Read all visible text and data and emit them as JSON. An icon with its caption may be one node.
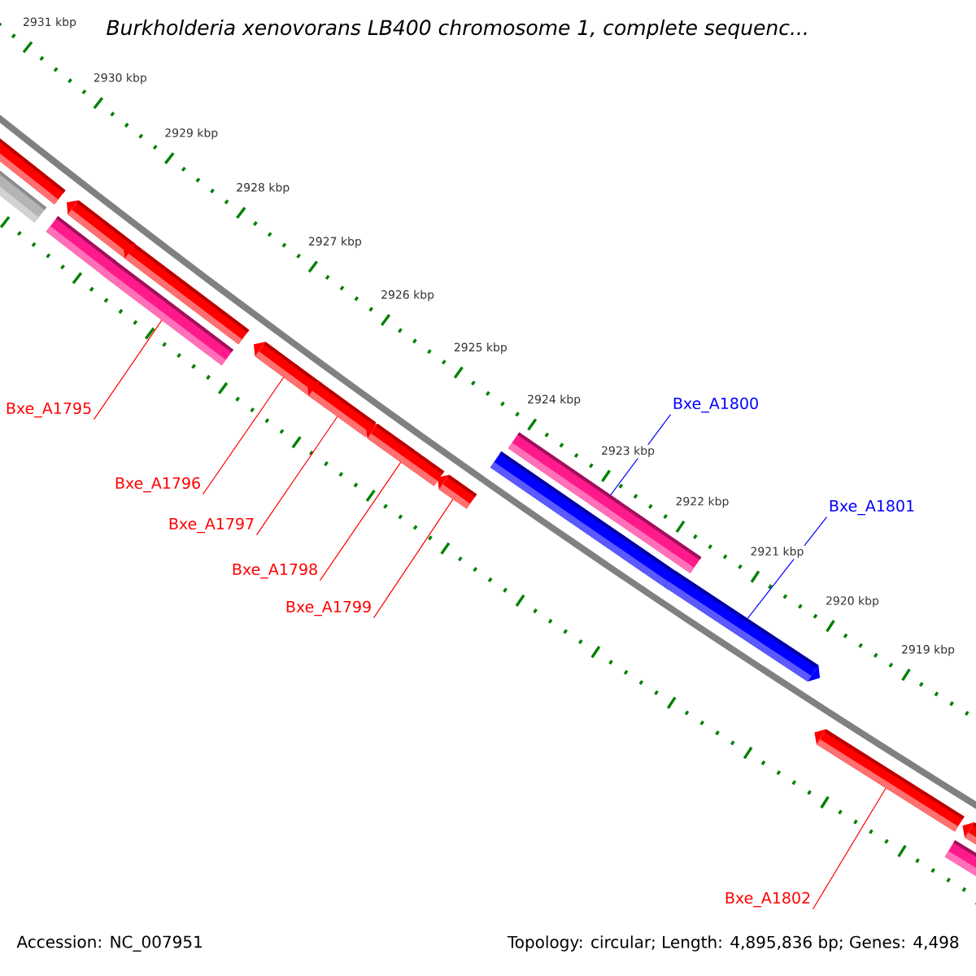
{
  "diagram": {
    "title": "Burkholderia xenovorans LB400 chromosome 1, complete sequenc...",
    "nodes": [
      {
        "text": [],
        "shape": "bar"
      },
      {
        "text": [],
        "shape": "bar"
      },
      {
        "text": [],
        "shape": "bar"
      },
      {
        "text": [],
        "shape": "bar"
      },
      {
        "text": [],
        "shape": "bar"
      },
      {
        "text": [],
        "shape": "bar"
      },
      {
        "text": [],
        "shape": "bar"
      },
      {
        "text": [],
        "shape": "bar"
      },
      {
        "text": [],
        "shape": "bar"
      },
      {
        "text": [],
        "shape": "bar"
      },
      {
        "text": [],
        "shape": "bar"
      },
      {
        "text": [],
        "shape": "bar"
      },
      {
        "text": [],
        "shape": "bar"
      },
      {
        "text": [],
        "shape": "bar"
      },
      {
        "text": [],
        "shape": "bar"
      },
      {
        "text": [],
        "shape": "bar"
      },
      {
        "text": [
          "Bxe_A1795"
        ]
      },
      {
        "text": [
          "Bxe_A1796"
        ]
      },
      {
        "text": [
          "Bxe_A1797"
        ]
      },
      {
        "text": [
          "Bxe_A1798"
        ]
      },
      {
        "text": [
          "Bxe_A1799"
        ]
      },
      {
        "text": [
          "Bxe_A1800"
        ]
      },
      {
        "text": [
          "Bxe_A1801"
        ]
      },
      {
        "text": [
          "Bxe_A1802"
        ]
      }
    ],
    "edges": [
      {
        "from": 16,
        "to": 4,
        "arrow": "none"
      },
      {
        "from": 17,
        "to": 6,
        "arrow": "none"
      },
      {
        "from": 18,
        "to": 7,
        "arrow": "none"
      },
      {
        "from": 19,
        "to": 8,
        "arrow": "none"
      },
      {
        "from": 20,
        "to": 9,
        "arrow": "none"
      },
      {
        "from": 21,
        "to": 11,
        "arrow": "none",
        "color": "#0000ff"
      },
      {
        "from": 22,
        "to": 12,
        "arrow": "none",
        "color": "#0000ff"
      },
      {
        "from": 23,
        "to": 13,
        "arrow": "none"
      }
    ],
    "labels": [
      "2931 kbp",
      "2930 kbp",
      "2929 kbp",
      "2928 kbp",
      "2927 kbp",
      "2926 kbp",
      "2925 kbp",
      "2924 kbp",
      "2923 kbp",
      "2922 kbp",
      "2921 kbp",
      "2920 kbp",
      "2919 kbp",
      "Accession: NC_007951",
      "Topology: circular; Length: 4,895,836 bp; Genes: 4,498"
    ]
  }
}
